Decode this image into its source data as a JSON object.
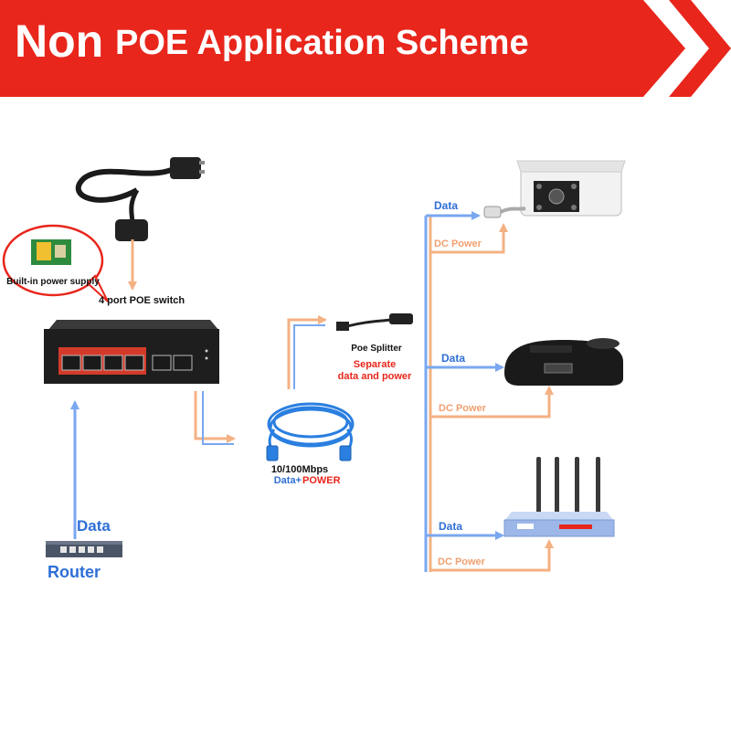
{
  "title": {
    "part1": "Non",
    "part2": "POE Application Scheme"
  },
  "labels": {
    "power_supply": "Built-in power supply",
    "switch": "4 port POE switch",
    "router_data": "Data",
    "router": "Router",
    "cable_speed": "10/100Mbps",
    "cable_data": "Data+",
    "cable_power": "POWER",
    "splitter": "Poe Splitter",
    "splitter_desc1": "Separate",
    "splitter_desc2": "data and power",
    "cam_data": "Data",
    "cam_power": "DC Power",
    "phone_data": "Data",
    "phone_power": "DC Power",
    "ap_data": "Data",
    "ap_power": "DC Power"
  },
  "colors": {
    "banner": "#e8261c",
    "data_arrow": "#7aa7f0",
    "power_arrow": "#f4b183",
    "data_text": "#2f6fd6",
    "power_text": "#f0a070",
    "splitter_text": "#e8261c"
  }
}
